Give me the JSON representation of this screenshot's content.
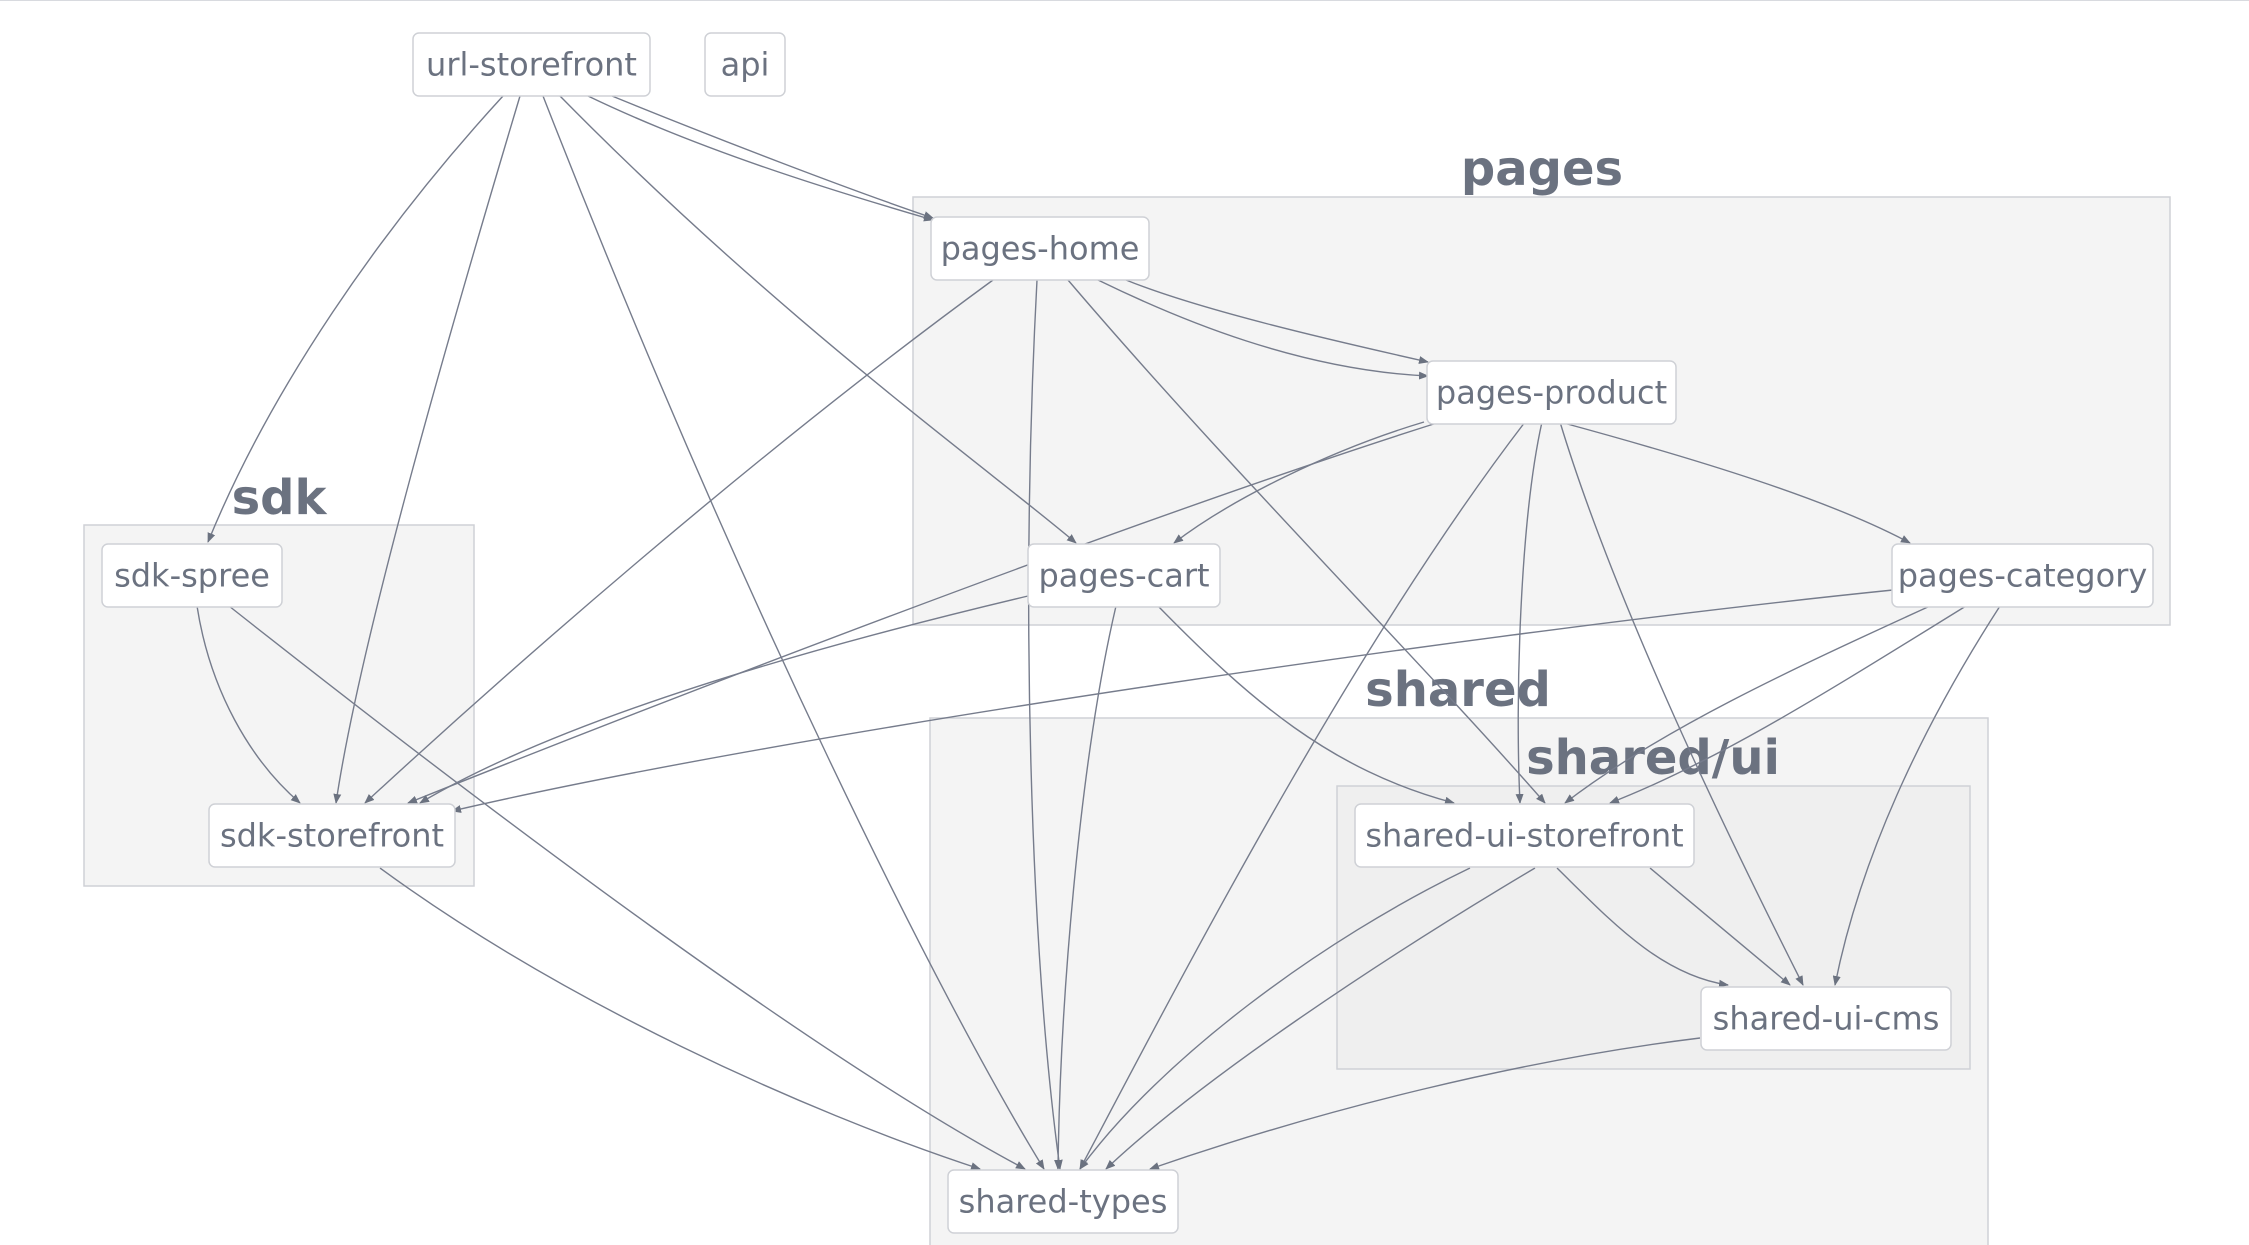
{
  "groups": [
    {
      "id": "pages",
      "label": "pages"
    },
    {
      "id": "sdk",
      "label": "sdk"
    },
    {
      "id": "shared",
      "label": "shared"
    },
    {
      "id": "shared_ui",
      "label": "shared/ui"
    }
  ],
  "nodes": [
    {
      "id": "url-storefront",
      "label": "url-storefront"
    },
    {
      "id": "api",
      "label": "api"
    },
    {
      "id": "pages-home",
      "label": "pages-home"
    },
    {
      "id": "pages-product",
      "label": "pages-product"
    },
    {
      "id": "pages-cart",
      "label": "pages-cart"
    },
    {
      "id": "pages-category",
      "label": "pages-category"
    },
    {
      "id": "sdk-spree",
      "label": "sdk-spree"
    },
    {
      "id": "sdk-storefront",
      "label": "sdk-storefront"
    },
    {
      "id": "shared-ui-storefront",
      "label": "shared-ui-storefront"
    },
    {
      "id": "shared-ui-cms",
      "label": "shared-ui-cms"
    },
    {
      "id": "shared-types",
      "label": "shared-types"
    }
  ],
  "edges": [
    {
      "from": "url-storefront",
      "to": "sdk-spree"
    },
    {
      "from": "url-storefront",
      "to": "sdk-storefront"
    },
    {
      "from": "url-storefront",
      "to": "shared-types"
    },
    {
      "from": "url-storefront",
      "to": "pages-cart"
    },
    {
      "from": "url-storefront",
      "to": "pages-home"
    },
    {
      "from": "url-storefront",
      "to": "pages-home"
    },
    {
      "from": "pages-home",
      "to": "pages-product"
    },
    {
      "from": "pages-home",
      "to": "pages-product"
    },
    {
      "from": "pages-home",
      "to": "sdk-storefront"
    },
    {
      "from": "pages-home",
      "to": "shared-types"
    },
    {
      "from": "pages-home",
      "to": "shared-ui-storefront"
    },
    {
      "from": "pages-product",
      "to": "pages-cart"
    },
    {
      "from": "pages-product",
      "to": "sdk-storefront"
    },
    {
      "from": "pages-product",
      "to": "pages-category"
    },
    {
      "from": "pages-product",
      "to": "shared-types"
    },
    {
      "from": "pages-product",
      "to": "shared-ui-storefront"
    },
    {
      "from": "pages-product",
      "to": "shared-ui-cms"
    },
    {
      "from": "pages-cart",
      "to": "sdk-storefront"
    },
    {
      "from": "pages-cart",
      "to": "shared-types"
    },
    {
      "from": "pages-cart",
      "to": "shared-ui-storefront"
    },
    {
      "from": "pages-category",
      "to": "sdk-storefront"
    },
    {
      "from": "pages-category",
      "to": "shared-ui-storefront"
    },
    {
      "from": "pages-category",
      "to": "shared-ui-storefront"
    },
    {
      "from": "pages-category",
      "to": "shared-ui-cms"
    },
    {
      "from": "sdk-spree",
      "to": "sdk-storefront"
    },
    {
      "from": "sdk-spree",
      "to": "shared-types"
    },
    {
      "from": "sdk-storefront",
      "to": "shared-types"
    },
    {
      "from": "shared-ui-storefront",
      "to": "shared-ui-cms"
    },
    {
      "from": "shared-ui-storefront",
      "to": "shared-ui-cms"
    },
    {
      "from": "shared-ui-storefront",
      "to": "shared-types"
    },
    {
      "from": "shared-ui-storefront",
      "to": "shared-types"
    },
    {
      "from": "shared-ui-cms",
      "to": "shared-types"
    }
  ]
}
